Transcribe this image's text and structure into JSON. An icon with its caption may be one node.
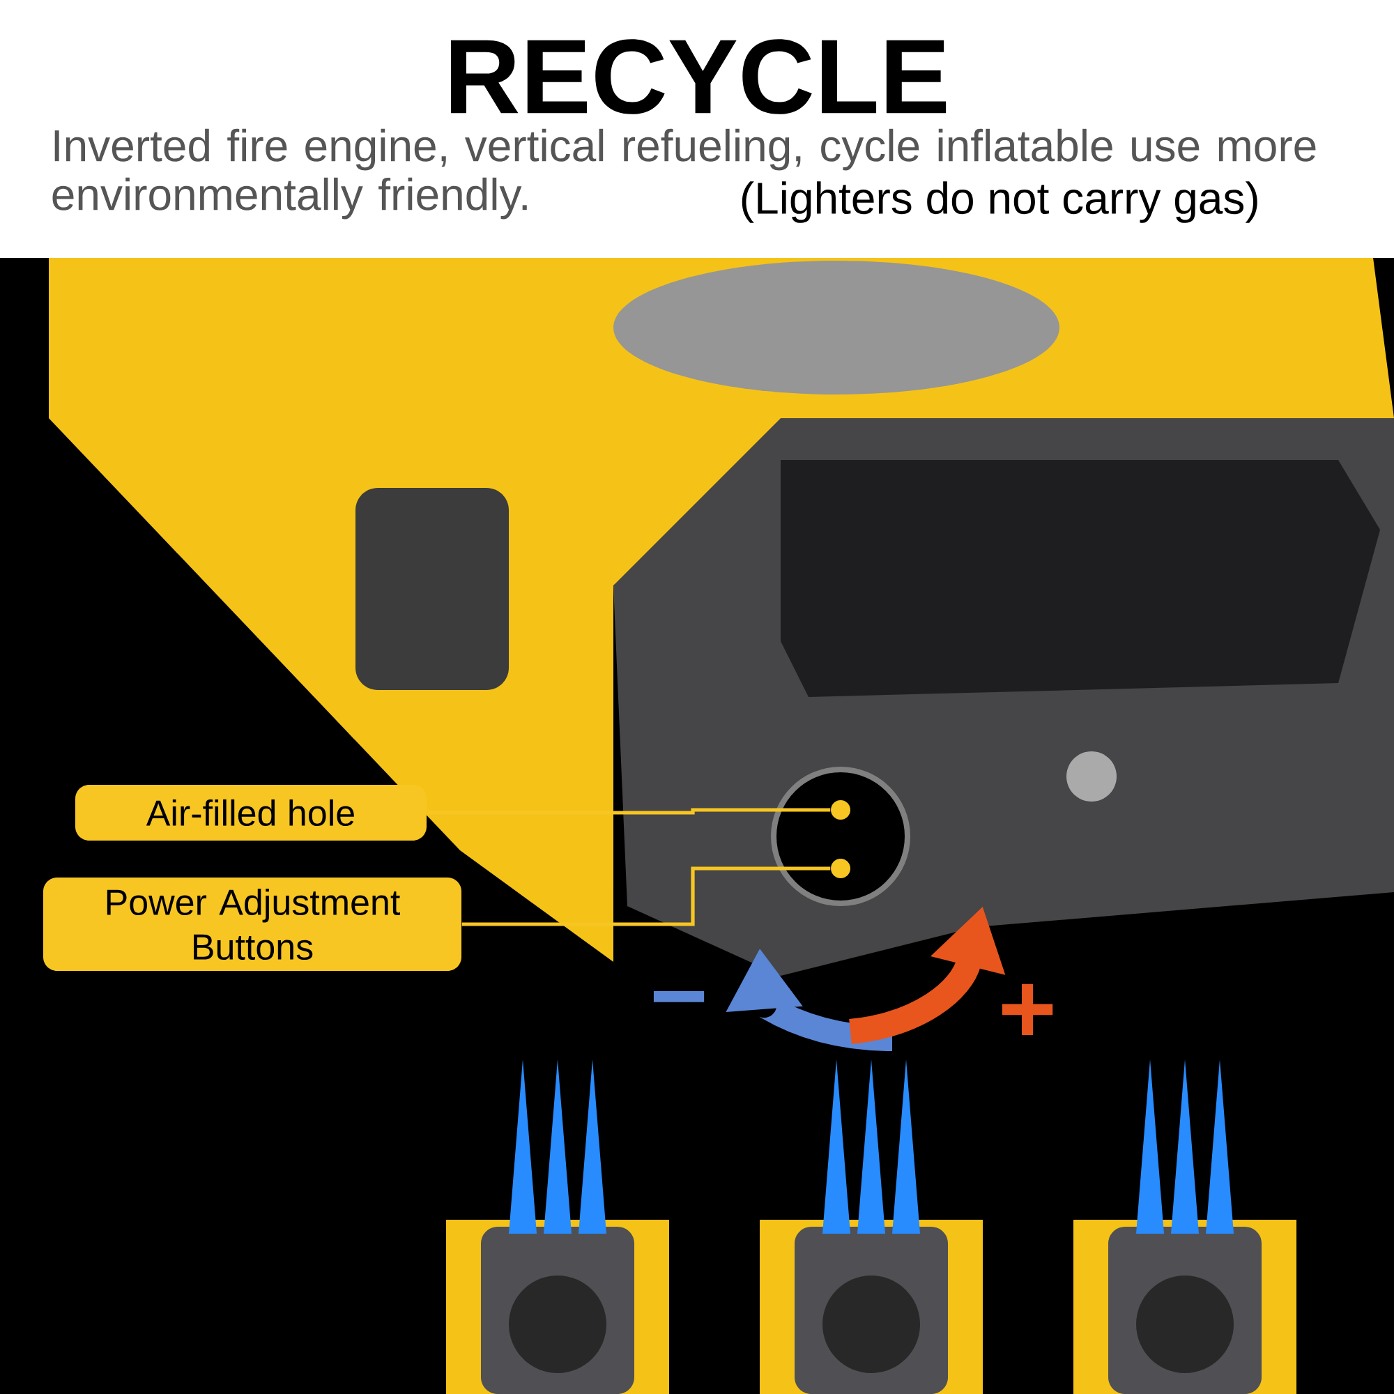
{
  "diagram": {
    "title": "RECYCLE",
    "caption": "Inverted fire engine, vertical refueling, cycle inflatable use more environmentally friendly.",
    "nodes": [
      {
        "text": [
          "Air-filled hole"
        ]
      },
      {
        "text": [
          "Power Adjustment Buttons"
        ]
      },
      {
        "text": [],
        "shape": "circle"
      },
      {
        "text": [],
        "shape": "circle"
      }
    ],
    "edges": [
      {
        "from": 0,
        "to": 2,
        "arrow": "none"
      },
      {
        "from": 1,
        "to": 3,
        "arrow": "none"
      }
    ],
    "labels": [
      "(Lighters do not carry gas)",
      "−",
      "+"
    ]
  }
}
